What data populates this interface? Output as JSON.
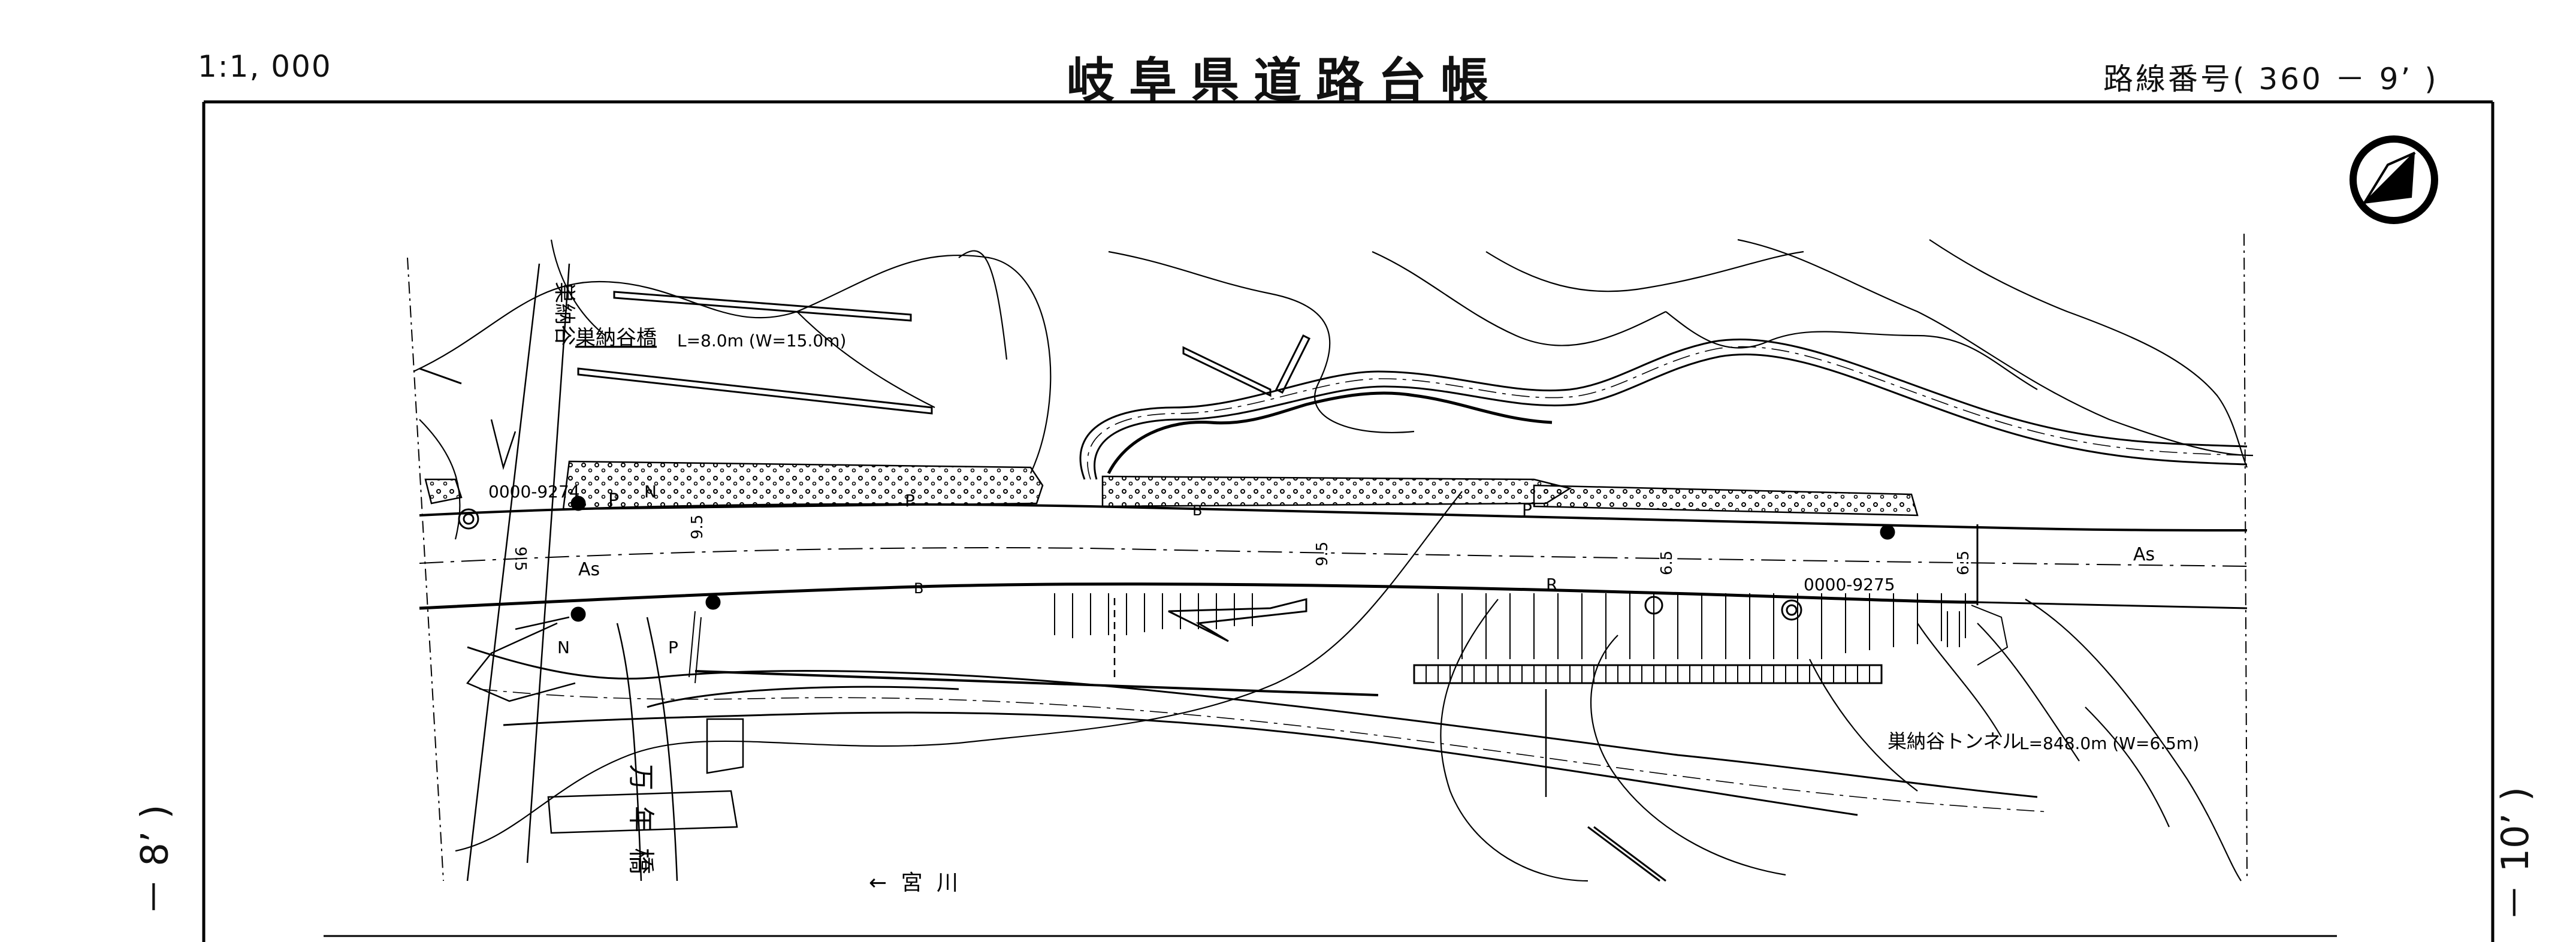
{
  "header": {
    "scale": "1:1, 000",
    "title": "岐阜県道路台帳",
    "route_number": "路線番号( 360 － 9’ )"
  },
  "side_labels": {
    "left": "－ 8’ )",
    "right": "－ 10’ )"
  },
  "map": {
    "labels": {
      "stream_name": "巣納谷",
      "bridge_top": "巣納谷橋",
      "bridge_top_size": "L=8.0m (W=15.0m)",
      "tunnel": "巣納谷トンネル",
      "tunnel_size": "L=848.0m (W=6.5m)",
      "point_left": "0000-9274",
      "point_right": "0000-9275",
      "surface_left": "As",
      "surface_right": "As",
      "bridge_bottom": "万年橋",
      "river_direction": "← 宮 川",
      "width_a": "9.5",
      "width_b": "9.5",
      "width_c": "9.5",
      "width_d": "6.5",
      "width_e": "6.5",
      "mark_p1": "P",
      "mark_p2": "P",
      "mark_p3": "P",
      "mark_p4": "P",
      "mark_n1": "N",
      "mark_n2": "N",
      "mark_r": "R",
      "mark_b": "B",
      "mark_b2": "B"
    }
  }
}
